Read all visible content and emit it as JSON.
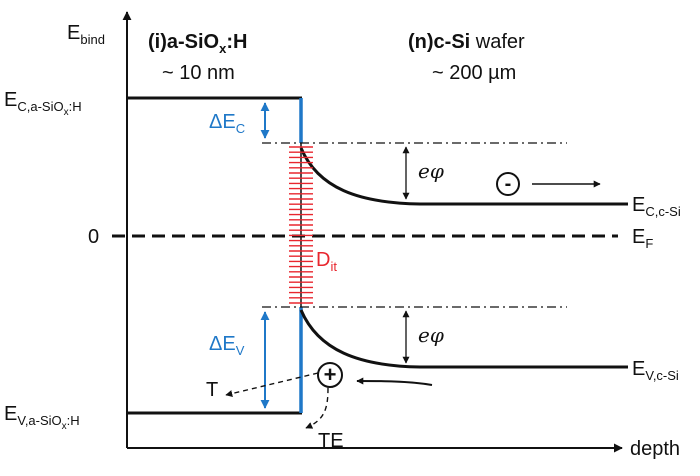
{
  "axes": {
    "y_label_main": "E",
    "y_label_sub": "bind",
    "x_label": "depth",
    "zero_label": "0"
  },
  "layers": {
    "left": {
      "title_prefix": "(i)a-SiO",
      "title_sub": "x",
      "title_suffix": ":H",
      "thickness": "~ 10 nm"
    },
    "right": {
      "title_bold": "(n)c-Si",
      "title_rest": " wafer",
      "thickness": "~ 200 µm"
    }
  },
  "bands": {
    "ec_left": {
      "main": "E",
      "sub_a": "C,a-SiO",
      "sub_b": "x",
      "sub_c": ":H"
    },
    "ev_left": {
      "main": "E",
      "sub_a": "V,a-SiO",
      "sub_b": "x",
      "sub_c": ":H"
    },
    "ec_right": {
      "main": "E",
      "sub": "C,c-Si"
    },
    "ev_right": {
      "main": "E",
      "sub": "V,c-Si"
    },
    "fermi": {
      "main": "E",
      "sub": "F"
    }
  },
  "offsets": {
    "delta_ec": {
      "main": "ΔE",
      "sub": "C"
    },
    "delta_ev": {
      "main": "ΔE",
      "sub": "V"
    },
    "band_bending": "eφ"
  },
  "defects": {
    "main": "D",
    "sub": "it"
  },
  "carriers": {
    "electron_symbol": "-",
    "hole_symbol": "+",
    "tunneling_label": "T",
    "thermionic_label": "TE"
  },
  "colors": {
    "line": "#111111",
    "offset_blue": "#1f78c8",
    "defect_red": "#e8262e",
    "dit_label": "#e8262e"
  }
}
